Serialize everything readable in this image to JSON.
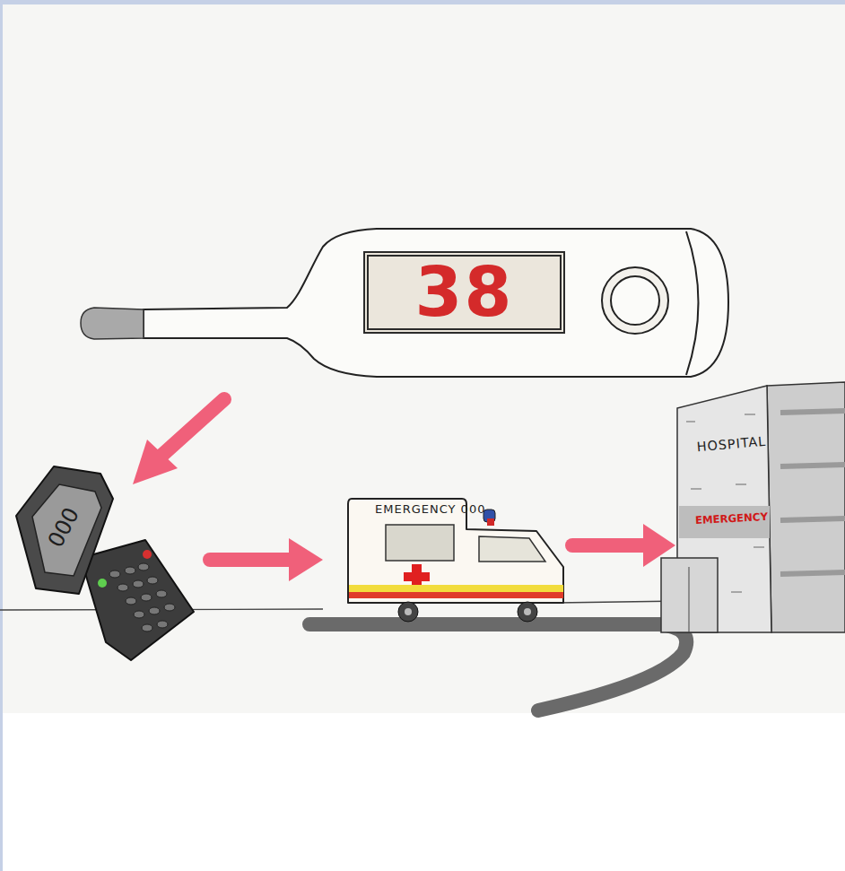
{
  "diagram": {
    "nodes": [
      {
        "text": [
          "38"
        ]
      },
      {
        "text": [
          "EMERGENCY 000"
        ]
      },
      {
        "text": [
          "HOSPITAL",
          "EMERGENCY"
        ]
      }
    ],
    "edges": [
      {
        "from": 1,
        "to": 2,
        "arrow": "to"
      }
    ],
    "labels": [
      "000"
    ]
  }
}
